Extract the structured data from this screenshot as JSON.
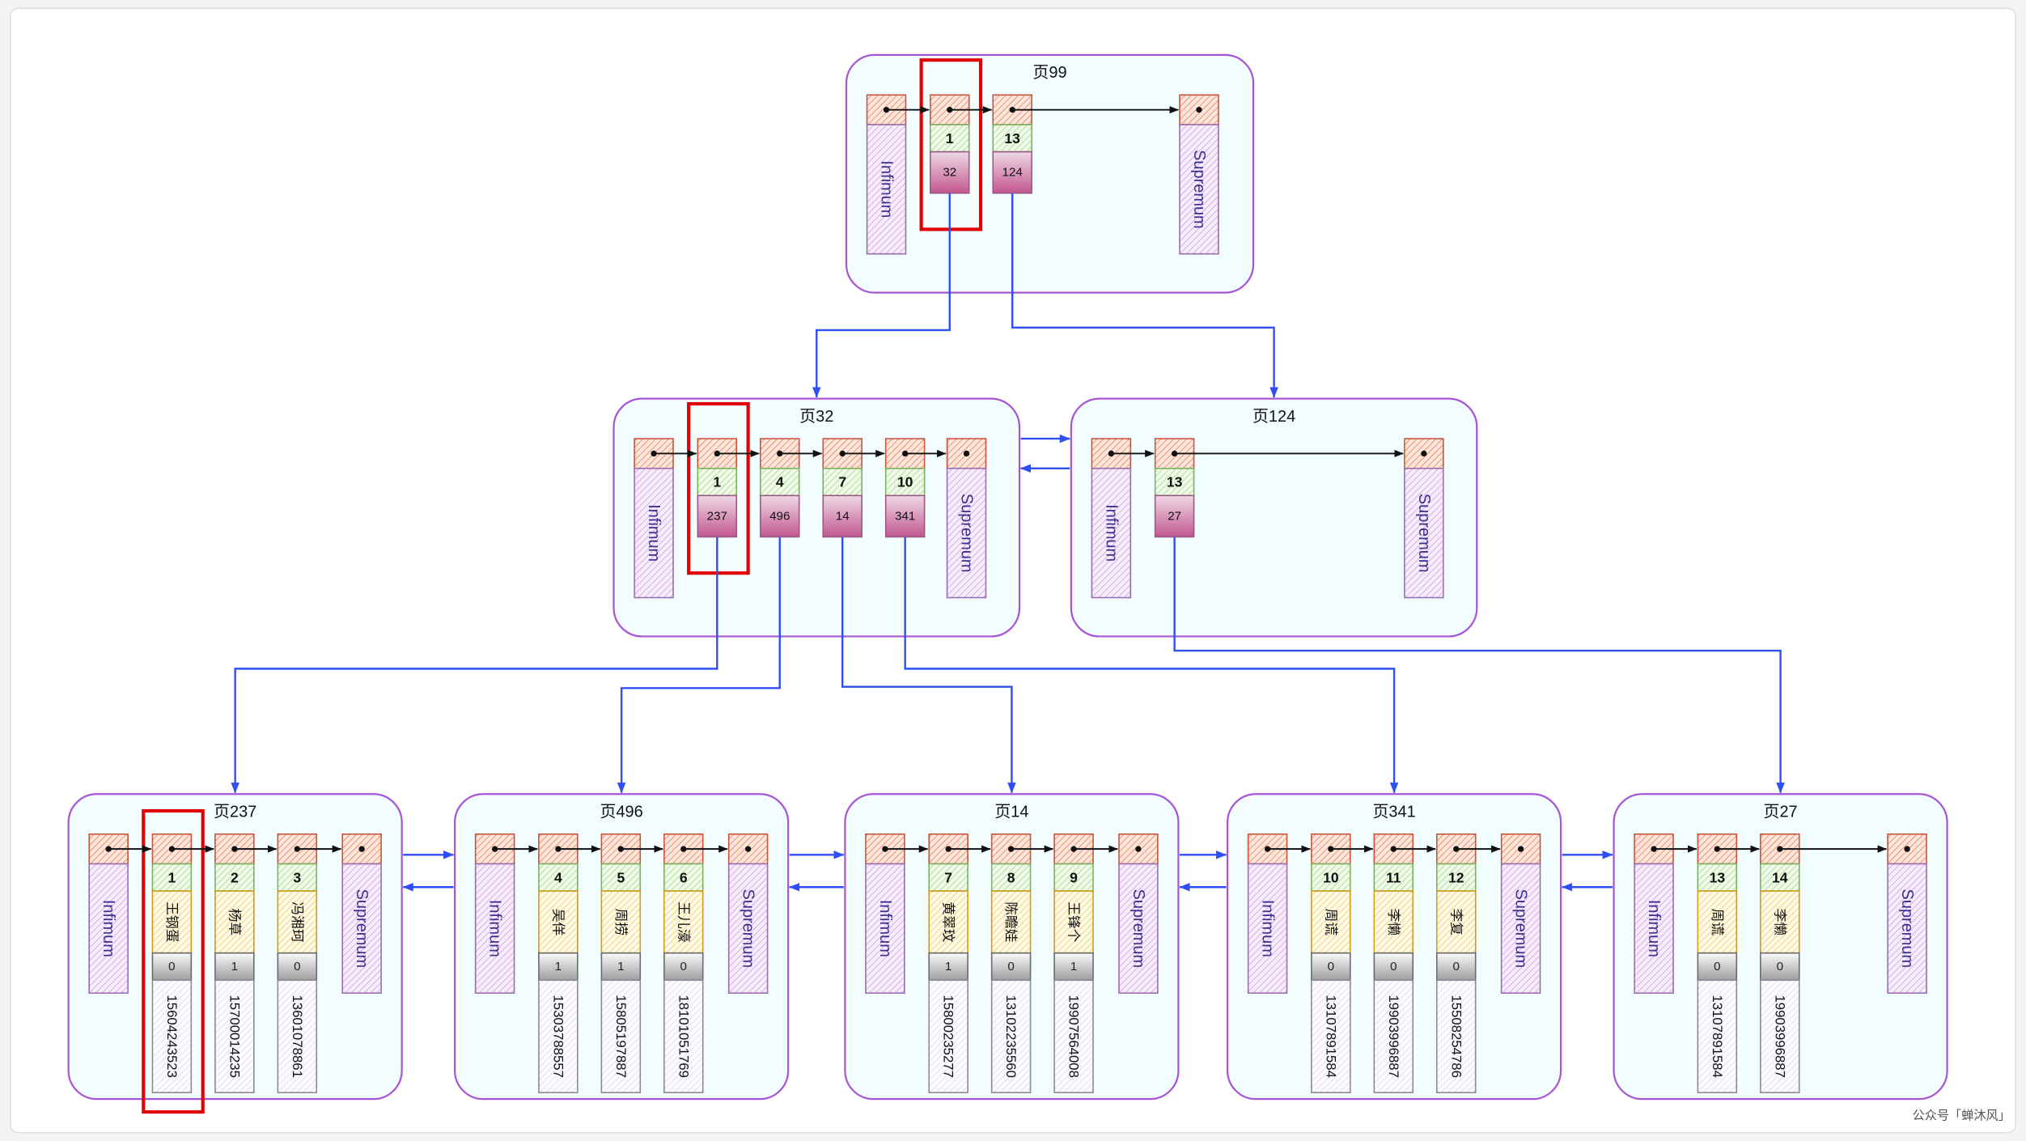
{
  "labels": {
    "infimum": "Infimum",
    "supremum": "Supremum"
  },
  "index_pages": [
    {
      "title": "页99",
      "records": [
        {
          "key": "1",
          "child": "32",
          "highlighted": true
        },
        {
          "key": "13",
          "child": "124"
        }
      ]
    },
    {
      "title": "页32",
      "records": [
        {
          "key": "1",
          "child": "237",
          "highlighted": true
        },
        {
          "key": "4",
          "child": "496"
        },
        {
          "key": "7",
          "child": "14"
        },
        {
          "key": "10",
          "child": "341"
        }
      ]
    },
    {
      "title": "页124",
      "records": [
        {
          "key": "13",
          "child": "27"
        }
      ]
    }
  ],
  "leaf_pages": [
    {
      "title": "页237",
      "records": [
        {
          "key": "1",
          "name": "王钢蛋",
          "flag": "0",
          "phone": "15604243523",
          "highlighted": true
        },
        {
          "key": "2",
          "name": "杨草",
          "flag": "1",
          "phone": "15700014235"
        },
        {
          "key": "3",
          "name": "冯湘珂",
          "flag": "0",
          "phone": "13601078861"
        }
      ]
    },
    {
      "title": "页496",
      "records": [
        {
          "key": "4",
          "name": "吴佯",
          "flag": "1",
          "phone": "15303788557"
        },
        {
          "key": "5",
          "name": "周捞",
          "flag": "1",
          "phone": "15805197887"
        },
        {
          "key": "6",
          "name": "王儿濠",
          "flag": "0",
          "phone": "18101051769"
        }
      ]
    },
    {
      "title": "页14",
      "records": [
        {
          "key": "7",
          "name": "黄翠玟",
          "flag": "1",
          "phone": "15800235277"
        },
        {
          "key": "8",
          "name": "陈瞻娃",
          "flag": "0",
          "phone": "13102235560"
        },
        {
          "key": "9",
          "name": "王锋个",
          "flag": "1",
          "phone": "19907564008"
        }
      ]
    },
    {
      "title": "页341",
      "records": [
        {
          "key": "10",
          "name": "周谎",
          "flag": "0",
          "phone": "13107891584"
        },
        {
          "key": "11",
          "name": "李懒",
          "flag": "0",
          "phone": "19903996887"
        },
        {
          "key": "12",
          "name": "李复",
          "flag": "0",
          "phone": "15508254786"
        }
      ]
    },
    {
      "title": "页27",
      "records": [
        {
          "key": "13",
          "name": "周谎",
          "flag": "0",
          "phone": "13107891584"
        },
        {
          "key": "14",
          "name": "李懒",
          "flag": "0",
          "phone": "19903996887"
        }
      ]
    }
  ],
  "watermark": "公众号「蝉沐风」",
  "colors": {
    "page_border": "#a855d6",
    "page_fill": "#f2fdff",
    "connector": "#2f4ef5",
    "highlight": "#e30000"
  }
}
